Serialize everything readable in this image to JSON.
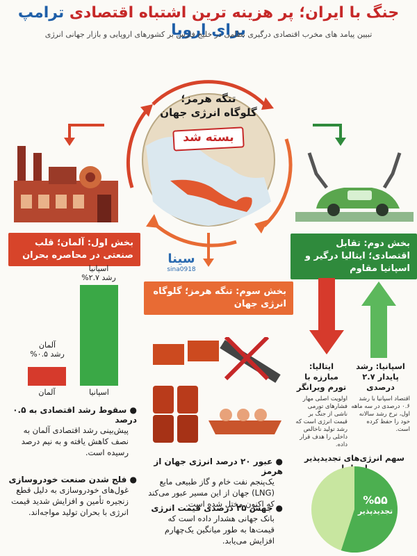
{
  "header": {
    "title_part1": "جنگ با ایران؛ پر هزینه ترین اشتباه اقتصادی ",
    "title_part2": "ترامپ برای اروپا",
    "subtitle": "تبیین پیامد های مخرب اقتصادی درگیری نظامی در خلیج فارس بر کشورهای اروپایی و بازار جهانی انرژی"
  },
  "map": {
    "title_line1": "تنگه هرمز؛",
    "title_line2": "گلوگاه انرژی جهان",
    "stamp": "بسته شد"
  },
  "watermark": {
    "logo": "سینا",
    "handle": "sina0918"
  },
  "section1": {
    "header": "بخش اول: آلمان؛ قلب صنعتی در محاصره بحران",
    "bars": [
      {
        "country": "آلمان",
        "label_country": "آلمان",
        "label_growth": "رشد ۰.۵%",
        "value": 0.5,
        "color": "#d63a2c"
      },
      {
        "country": "اسپانیا",
        "label_country": "اسپانیا",
        "label_growth": "رشد ۲.۷%",
        "value": 2.7,
        "color": "#3aa846"
      }
    ],
    "point1_title": "سقوط رشد اقتصادی به ۰.۵ درصد",
    "point1_body": "پیش‌بینی رشد اقتصادی آلمان به نصف کاهش یافته و به نیم درصد رسیده است.",
    "point2_title": "فلج شدن صنعت خودروسازی",
    "point2_body": "غول‌های خودروسازی به دلیل قطع زنجیره تأمین و افزایش شدید قیمت انرژی با بحران تولید مواجه‌اند."
  },
  "section2": {
    "header": "بخش دوم: تقابل اقتصادی؛ ایتالیا درگیر و اسپانیا مقاوم",
    "italy_title": "ایتالیا: مبارزه با تورم ویرانگر",
    "italy_body": "اولویت اصلی مهار فشارهای تورمی ناشی از جنگ بر قیمت انرژی است که رشد تولید ناخالص داخلی را هدف قرار داده.",
    "spain_title": "اسپانیا: رشد پایدار ۲.۷ درصدی",
    "spain_body": "اقتصاد اسپانیا با رشد ۰.۶ درصدی در سه ماهه اول، نرخ رشد سالانه خود را حفظ کرده است.",
    "pie_title": "سهم انرژی‌های تجدیدپذیر اسپانیا",
    "pie_value_label": "%۵۵",
    "pie_sub_label": "تجدیدپذیر",
    "renewable_share": 55,
    "pie_colors": {
      "renewable": "#4caf50",
      "other": "#c8e6a0"
    }
  },
  "section3": {
    "header": "بخش سوم: تنگه هرمز؛ گلوگاه انرژی جهان",
    "point1_title": "عبور ۲۰ درصد انرژی جهان از هرمز",
    "point1_body": "یک‌پنجم نفت خام و گاز طبیعی مایع (LNG) جهان از این مسیر عبور می‌کند که اکنون مختل شده است.",
    "point2_title": "جهش ۲۵ درصدی قیمت انرژی",
    "point2_body": "بانک جهانی هشدار داده است که قیمت‌ها به طور میانگین یک‌چهارم افزایش می‌یابد."
  },
  "colors": {
    "red": "#d7442a",
    "green": "#2f8a3c",
    "orange": "#e86b34",
    "blue": "#1f5fa8"
  }
}
